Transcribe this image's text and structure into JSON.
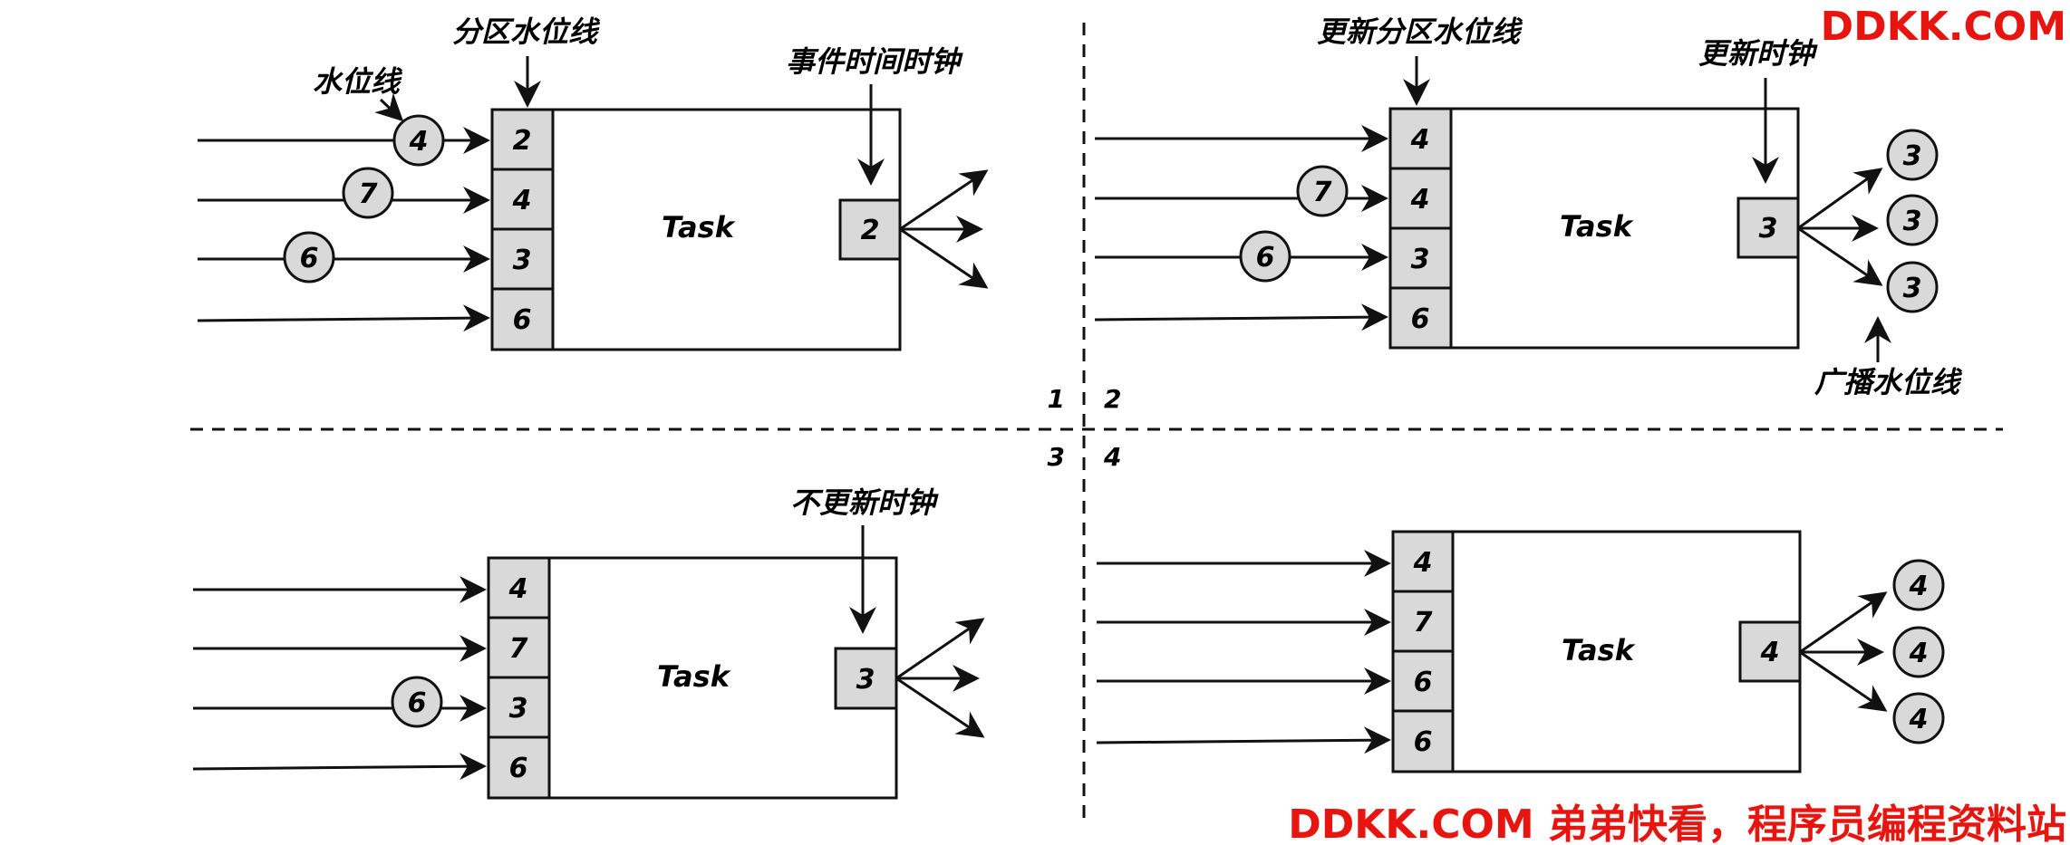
{
  "watermark": {
    "top": "DDKK.COM",
    "bottom": "DDKK.COM 弟弟快看，程序员编程资料站",
    "color": "#e8140f"
  },
  "quadrant_numbers": [
    "1",
    "2",
    "3",
    "4"
  ],
  "colors": {
    "cell_fill": "#d9d9d9",
    "circle_fill": "#d9d9d9",
    "stroke": "#111111"
  },
  "panels": [
    {
      "task_label": "Task",
      "partition_watermarks": [
        "2",
        "4",
        "3",
        "6"
      ],
      "incoming_events": [
        "4",
        "7",
        "6",
        ""
      ],
      "clock": "2",
      "outgoing_events": [],
      "annotations": [
        "分区水位线",
        "水位线",
        "事件时间时钟"
      ]
    },
    {
      "task_label": "Task",
      "partition_watermarks": [
        "4",
        "4",
        "3",
        "6"
      ],
      "incoming_events": [
        "",
        "7",
        "6",
        ""
      ],
      "clock": "3",
      "outgoing_events": [
        "3",
        "3",
        "3"
      ],
      "annotations": [
        "更新分区水位线",
        "更新时钟",
        "广播水位线"
      ]
    },
    {
      "task_label": "Task",
      "partition_watermarks": [
        "4",
        "7",
        "3",
        "6"
      ],
      "incoming_events": [
        "",
        "",
        "6",
        ""
      ],
      "clock": "3",
      "outgoing_events": [],
      "annotations": [
        "不更新时钟"
      ]
    },
    {
      "task_label": "Task",
      "partition_watermarks": [
        "4",
        "7",
        "6",
        "6"
      ],
      "incoming_events": [
        "",
        "",
        "",
        ""
      ],
      "clock": "4",
      "outgoing_events": [
        "4",
        "4",
        "4"
      ],
      "annotations": []
    }
  ]
}
